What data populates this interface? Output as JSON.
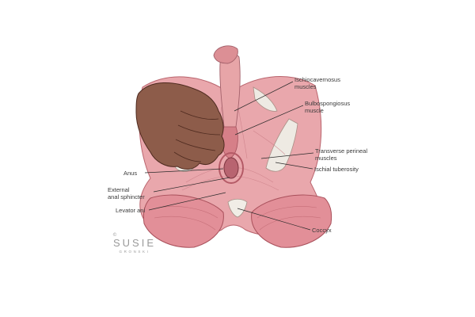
{
  "labels": {
    "ischiocavernosus": [
      "Ischiocavernosus",
      "muscles"
    ],
    "bulbospongiosus": [
      "Bulbospongiosus",
      "muscle"
    ],
    "transverse_perineal": [
      "Transverse perineal",
      "muscles"
    ],
    "ischial_tuberosity": "Ischial tuberosity",
    "anus": "Anus",
    "external_anal_sphincter": [
      "External",
      "anal sphincter"
    ],
    "levator_ani": "Levator ani",
    "coccyx": "Coccyx"
  },
  "brand": {
    "mark": "©",
    "name": "SUSIE",
    "sub": "GRONSKI"
  },
  "colors": {
    "muscle": "#e7a1a6",
    "muscle_dark": "#c9737b",
    "skin": "#8a5a4a",
    "skin_dark": "#5c3527",
    "bone": "#ece6dd",
    "leader_line": "#2a2a2a"
  }
}
